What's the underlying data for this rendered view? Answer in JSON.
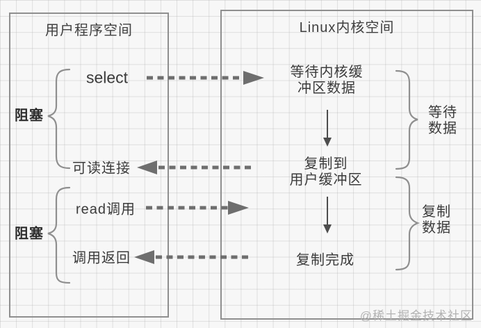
{
  "user_space": {
    "title": "用户程序空间",
    "blocking_label_top": "阻塞",
    "blocking_label_bottom": "阻塞",
    "select_call": "select",
    "readable_connection": "可读连接",
    "read_call": "read调用",
    "call_return": "调用返回"
  },
  "kernel_space": {
    "title": "Linux内核空间",
    "wait_step_line1": "等待内核缓",
    "wait_step_line2": "冲区数据",
    "copy_step_line1": "复制到",
    "copy_step_line2": "用户缓冲区",
    "copy_done_step": "复制完成",
    "wait_data_brace_line1": "等待",
    "wait_data_brace_line2": "数据",
    "copy_data_brace_line1": "复制",
    "copy_data_brace_line2": "数据"
  },
  "watermark": "@稀土掘金技术社区",
  "colors": {
    "box_border": "#8f8f8f",
    "arrow": "#6e6e6e",
    "text": "#3b3b3b",
    "watermark": "#b3b3b3"
  }
}
